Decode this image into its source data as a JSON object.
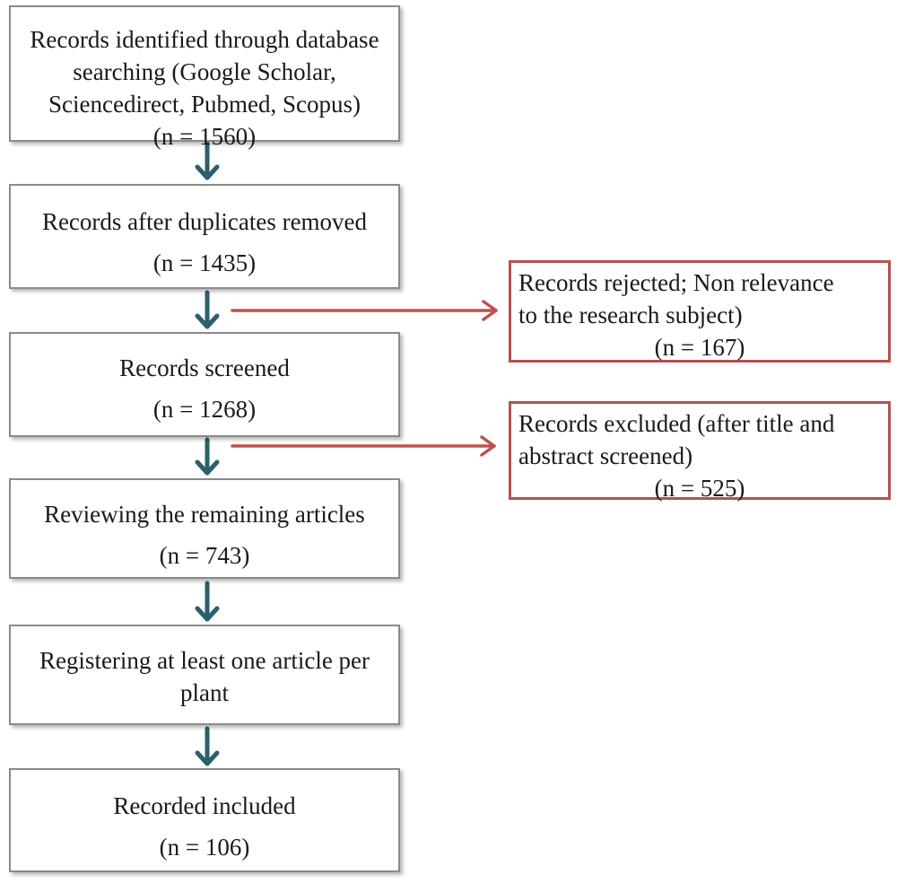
{
  "steps": [
    {
      "lines": [
        "Records identified through database",
        "searching (Google Scholar,",
        "Sciencedirect, Pubmed, Scopus)",
        "(n = 1560)"
      ]
    },
    {
      "lines": [
        "Records after duplicates removed",
        "(n = 1435)"
      ]
    },
    {
      "lines": [
        "Records screened",
        "(n = 1268)"
      ]
    },
    {
      "lines": [
        "Reviewing the remaining articles",
        "(n = 743)"
      ]
    },
    {
      "lines": [
        "Registering at least one article per",
        "plant"
      ]
    },
    {
      "lines": [
        "Recorded included",
        "(n = 106)"
      ]
    }
  ],
  "exclusions": [
    {
      "lines": [
        "Records rejected; Non relevance",
        "to the research subject)",
        "(n = 167)"
      ]
    },
    {
      "lines": [
        "Records excluded (after title and",
        "abstract screened)",
        "(n = 525)"
      ]
    }
  ],
  "colors": {
    "main_border": "#8a8a8a",
    "side_border": "#b5514f",
    "down_arrow": "#2b5f6e",
    "side_arrow": "#c0504d"
  }
}
